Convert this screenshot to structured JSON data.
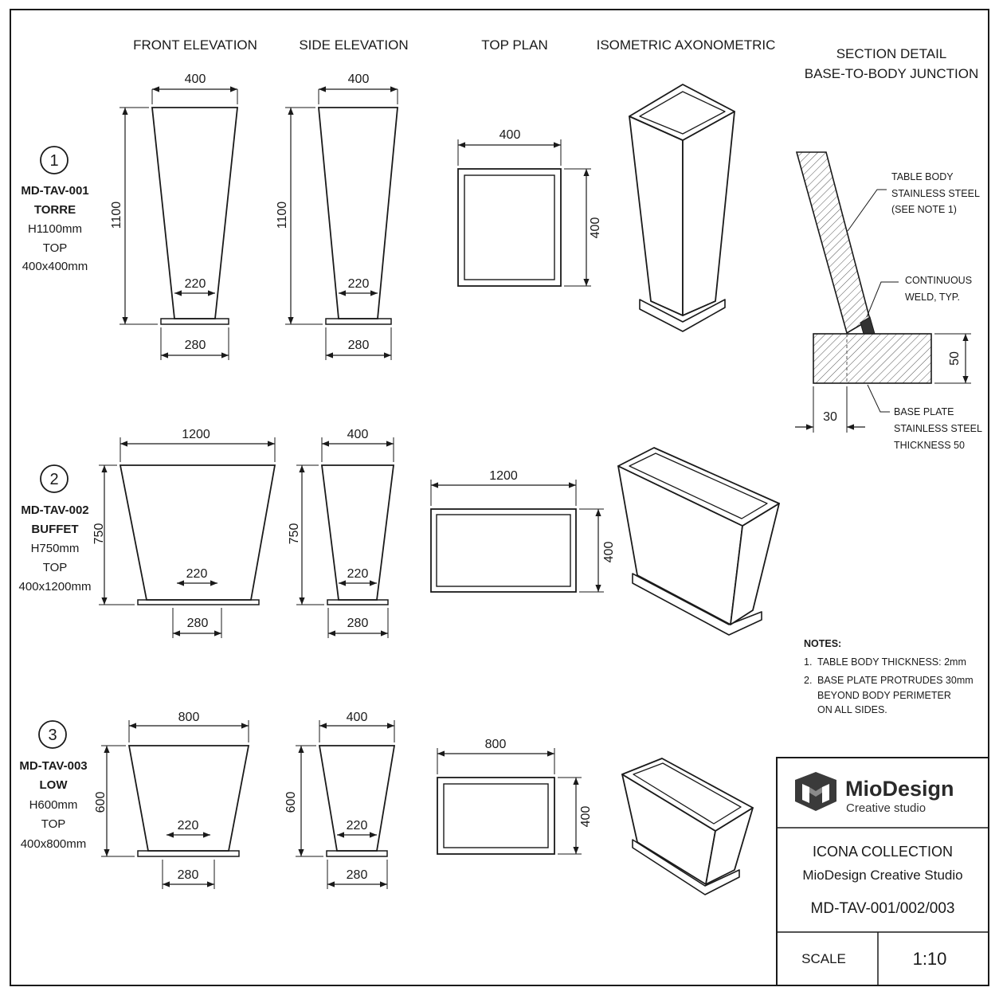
{
  "views": {
    "front": "FRONT ELEVATION",
    "side": "SIDE ELEVATION",
    "top": "TOP PLAN",
    "iso": "ISOMETRIC AXONOMETRIC",
    "section_title": "SECTION DETAIL",
    "section_subtitle": "BASE-TO-BODY JUNCTION"
  },
  "items": [
    {
      "num": "1",
      "code": "MD-TAV-001",
      "name": "TORRE",
      "height": "H1100mm",
      "top_label": "TOP",
      "top_size": "400x400mm",
      "front_width": "400",
      "front_height": "1100",
      "front_base_inner": "220",
      "front_base": "280",
      "side_width": "400",
      "side_height": "1100",
      "side_base_inner": "220",
      "side_base": "280",
      "plan_width": "400",
      "plan_depth": "400"
    },
    {
      "num": "2",
      "code": "MD-TAV-002",
      "name": "BUFFET",
      "height": "H750mm",
      "top_label": "TOP",
      "top_size": "400x1200mm",
      "front_width": "1200",
      "front_height": "750",
      "front_base_inner": "220",
      "front_base": "280",
      "side_width": "400",
      "side_height": "750",
      "side_base_inner": "220",
      "side_base": "280",
      "plan_width": "1200",
      "plan_depth": "400"
    },
    {
      "num": "3",
      "code": "MD-TAV-003",
      "name": "LOW",
      "height": "H600mm",
      "top_label": "TOP",
      "top_size": "400x800mm",
      "front_width": "800",
      "front_height": "600",
      "front_base_inner": "220",
      "front_base": "280",
      "side_width": "400",
      "side_height": "600",
      "side_base_inner": "220",
      "side_base": "280",
      "plan_width": "800",
      "plan_depth": "400"
    }
  ],
  "section": {
    "body_label": [
      "TABLE BODY",
      "STAINLESS STEEL",
      "(SEE NOTE 1)"
    ],
    "weld_label": [
      "CONTINUOUS",
      "WELD, TYP."
    ],
    "plate_label": [
      "BASE PLATE",
      "STAINLESS STEEL",
      "THICKNESS 50"
    ],
    "dim_thickness": "50",
    "dim_offset": "30"
  },
  "notes": {
    "title": "NOTES:",
    "n1_num": "1.",
    "n1": "TABLE BODY THICKNESS: 2mm",
    "n2_num": "2.",
    "n2_lines": [
      "BASE PLATE PROTRUDES 30mm",
      "BEYOND BODY PERIMETER",
      "ON ALL SIDES."
    ]
  },
  "title_block": {
    "brand": "MioDesign",
    "tagline": "Creative studio",
    "collection": "ICONA COLLECTION",
    "studio": "MioDesign Creative Studio",
    "drawing_no": "MD-TAV-001/002/003",
    "scale_label": "SCALE",
    "scale_value": "1:10"
  }
}
